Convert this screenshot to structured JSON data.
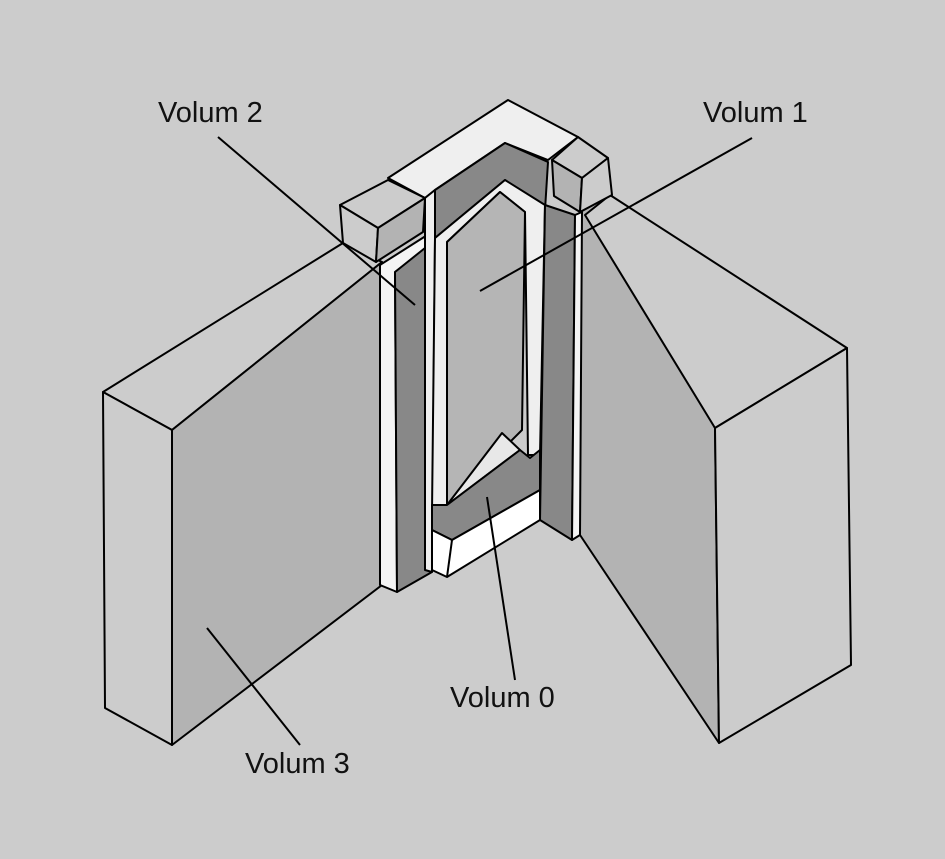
{
  "diagram": {
    "labels": {
      "volum0": "Volum 0",
      "volum1": "Volum 1",
      "volum2": "Volum 2",
      "volum3": "Volum 3"
    },
    "colors": {
      "background": "#cccccc",
      "wall_face": "#b3b3b3",
      "dark_layer": "#888888",
      "light_layer": "#efefef",
      "white_layer": "#ffffff"
    }
  }
}
